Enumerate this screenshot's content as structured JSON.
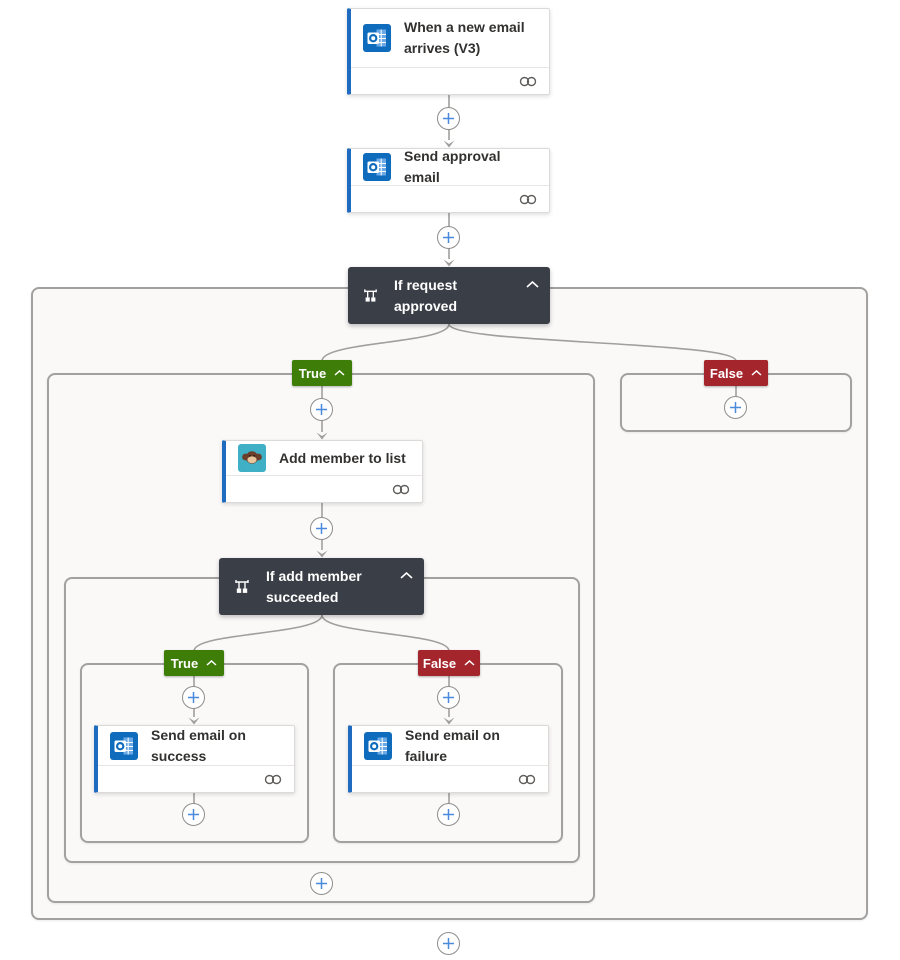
{
  "nodes": {
    "trigger": {
      "title": "When a new email arrives (V3)"
    },
    "send_approval": {
      "title": "Send approval email"
    },
    "if_request_approved": {
      "title": "If request approved"
    },
    "add_member": {
      "title": "Add member to list"
    },
    "if_add_member_succeeded": {
      "title": "If add member succeeded"
    },
    "send_email_success": {
      "title": "Send email on success"
    },
    "send_email_failure": {
      "title": "Send email on failure"
    }
  },
  "branches": {
    "outer_true": "True",
    "outer_false": "False",
    "inner_true": "True",
    "inner_false": "False"
  },
  "icons": {
    "trigger": "outlook-icon",
    "send_approval": "outlook-icon",
    "add_member": "mailchimp-icon",
    "condition": "condition-branch-icon",
    "footer": "link-icon",
    "insert": "plus-icon",
    "collapse": "chevron-up-icon"
  },
  "colors": {
    "accent_blue": "#1f6bc0",
    "condition_bg": "#3a3e46",
    "true_green": "#3e7d08",
    "false_red": "#a4262c",
    "connector_gray": "#a19f9d",
    "container_border": "#a3a1a0",
    "container_bg": "#faf9f8",
    "plus_blue": "#4a89dc",
    "title_color": "#323130",
    "outlook_blue": "#0f6cbd",
    "mailchimp_teal": "#3fb0c6"
  }
}
